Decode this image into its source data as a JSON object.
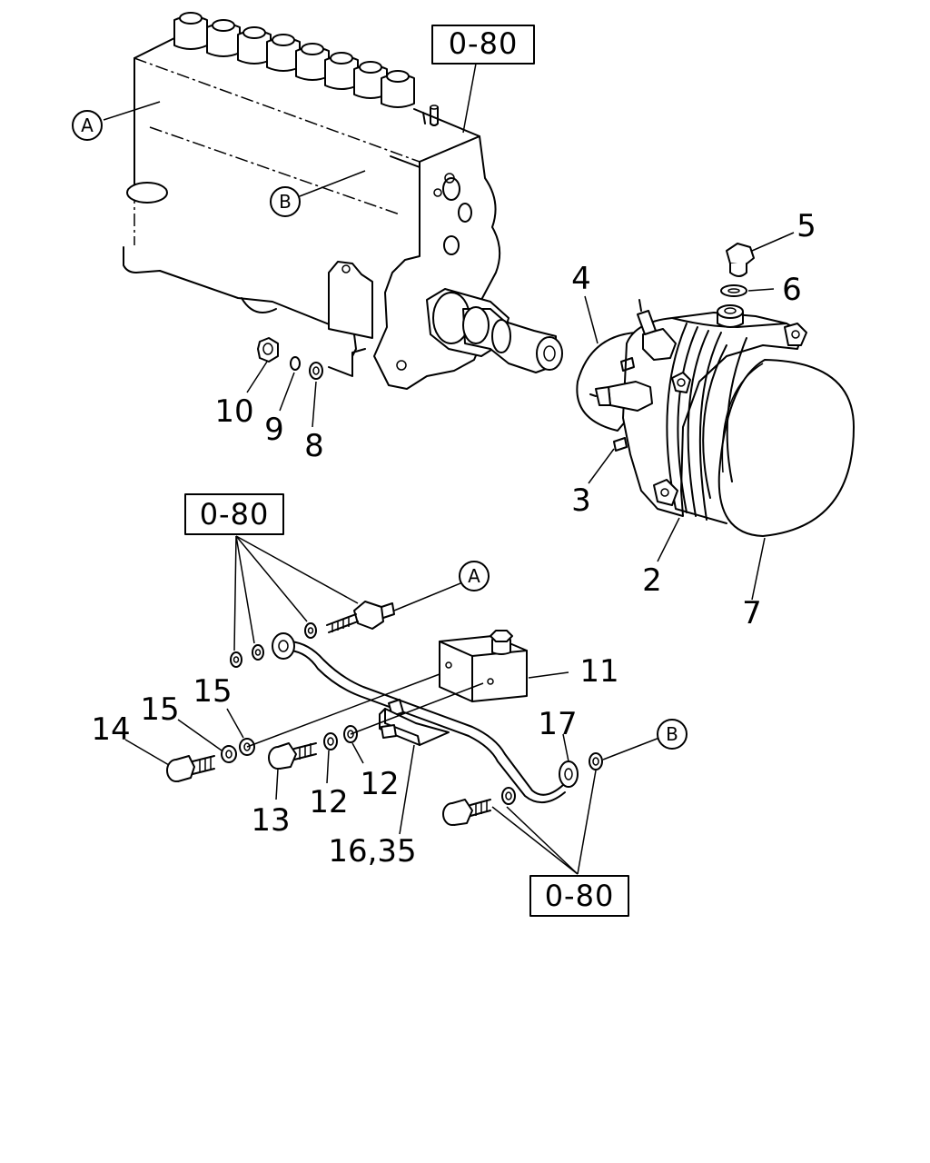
{
  "references": {
    "top": "0-80",
    "middle_left": "0-80",
    "bottom": "0-80"
  },
  "markers": {
    "a": "A",
    "b": "B"
  },
  "parts": {
    "p2": "2",
    "p3": "3",
    "p4": "4",
    "p5": "5",
    "p6": "6",
    "p7": "7",
    "p8": "8",
    "p9": "9",
    "p10": "10",
    "p11": "11",
    "p12a": "12",
    "p12b": "12",
    "p13": "13",
    "p14": "14",
    "p15a": "15",
    "p15b": "15",
    "p16": "16,35",
    "p17": "17"
  }
}
